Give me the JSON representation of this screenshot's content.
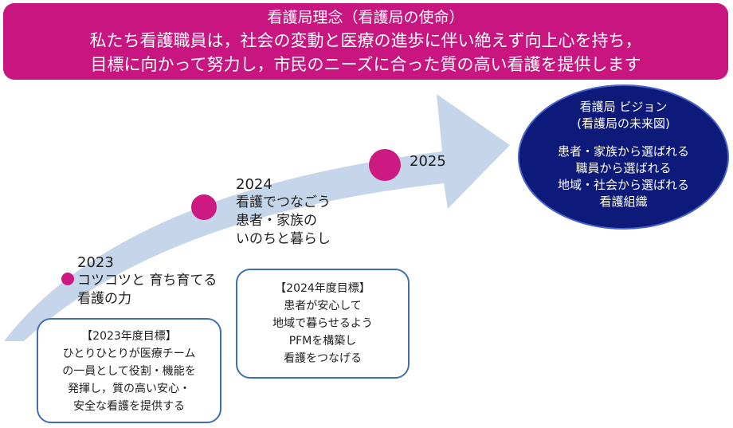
{
  "banner": {
    "line1": "看護局理念（看護局の使命）",
    "line2": "私たち看護職員は，社会の変動と医療の進歩に伴い絶えず向上心を持ち，",
    "line3": "目標に向かって努力し，市民のニーズに合った質の高い看護を提供します"
  },
  "stages": {
    "s2023": {
      "year": "2023",
      "text1": "コツコツと 育ち育てる",
      "text2": "看護の力"
    },
    "s2024": {
      "year": "2024",
      "text1": "看護でつなごう",
      "text2": "患者・家族の",
      "text3": "いのちと暮らし"
    },
    "s2025": {
      "year": "2025"
    }
  },
  "goals": {
    "g2023": {
      "title": "【2023年度目標】",
      "lines": [
        "ひとりひとりが医療チーム",
        "の一員として役割・機能を",
        "発揮し，質の高い安心・",
        "安全な看護を提供する"
      ]
    },
    "g2024": {
      "title": "【2024年度目標】",
      "lines": [
        "患者が安心して",
        "地域で暮らせるよう",
        "PFMを構築し",
        "看護をつなげる"
      ]
    }
  },
  "vision": {
    "title1": "看護局 ビジョン",
    "title2": "(看護局の未来図)",
    "lines": [
      "患者・家族から選ばれる",
      "職員から選ばれる",
      "地域・社会から選ばれる",
      "看護組織"
    ]
  },
  "colors": {
    "banner": "#c8157f",
    "dot": "#cc1a82",
    "arrow": "#c5d5ea",
    "vision": "#0d1a7a",
    "box_border": "#3f6fb0"
  }
}
